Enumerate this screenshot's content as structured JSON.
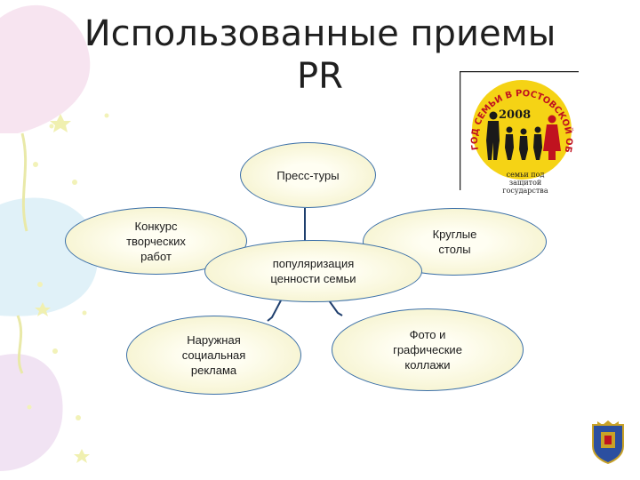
{
  "slide": {
    "title_line1": "Использованные приемы",
    "title_line2": "PR"
  },
  "logo": {
    "arc_text": "ГОД СЕМЬИ В РОСТОВСКОЙ ОБЛАСТИ",
    "year": "2008",
    "bottom_line1": "семьи под защитой",
    "bottom_line2": "государства"
  },
  "diagram": {
    "center": [
      "популяризация",
      "ценности семьи"
    ],
    "press_tours": [
      "Пресс-туры"
    ],
    "contest": [
      "Конкурс",
      "творческих",
      "работ"
    ],
    "round_tables": [
      "Круглые",
      "столы"
    ],
    "outdoor_ads": [
      "Наружная",
      "социальная",
      "реклама"
    ],
    "photo_collages": [
      "Фото и",
      "графические",
      "коллажи"
    ]
  },
  "colors": {
    "node_border": "#3a6fa8",
    "node_fill": "#f3f0c5",
    "connector": "#1f3f6e"
  }
}
